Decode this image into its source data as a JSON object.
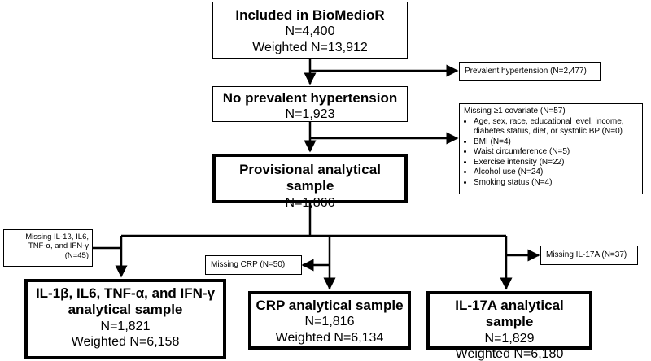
{
  "included": {
    "title": "Included in BioMedioR",
    "n": "N=4,400",
    "weighted": "Weighted N=13,912"
  },
  "excl_hypertension": {
    "text": "Prevalent hypertension (N=2,477)"
  },
  "no_hypertension": {
    "title": "No prevalent hypertension",
    "n": "N=1,923"
  },
  "covariates": {
    "header": "Missing ≥1 covariate (N=57)",
    "items": [
      "Age, sex, race, educational level, income, diabetes status, diet, or systolic BP (N=0)",
      "BMI (N=4)",
      "Waist circumference (N=5)",
      "Exercise intensity (N=22)",
      "Alcohol use (N=24)",
      "Smoking status (N=4)"
    ]
  },
  "provisional": {
    "title": "Provisional analytical sample",
    "n": "N=1,866"
  },
  "missing_il": {
    "text": "Missing IL-1β, IL6, TNF-α, and IFN-γ (N=45)"
  },
  "missing_crp": {
    "text": "Missing CRP (N=50)"
  },
  "missing_il17": {
    "text": "Missing IL-17A (N=37)"
  },
  "il_sample": {
    "title": "IL-1β, IL6, TNF-α, and IFN-γ analytical sample",
    "n": "N=1,821",
    "weighted": "Weighted N=6,158"
  },
  "crp_sample": {
    "title": "CRP analytical sample",
    "n": "N=1,816",
    "weighted": "Weighted N=6,134"
  },
  "il17_sample": {
    "title": "IL-17A analytical sample",
    "n": "N=1,829",
    "weighted": "Weighted N=6,180"
  }
}
